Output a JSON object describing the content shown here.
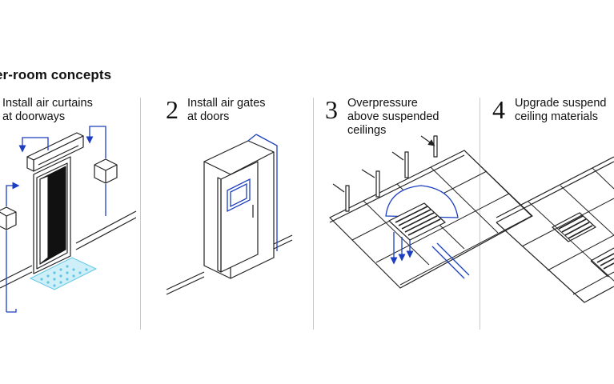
{
  "title": "er-room concepts",
  "concepts": [
    {
      "number": "",
      "label": "Install air curtains\nat doorways"
    },
    {
      "number": "2",
      "label": "Install air gates\nat doors"
    },
    {
      "number": "3",
      "label": "Overpressure\nabove suspended\nceilings"
    },
    {
      "number": "4",
      "label": "Upgrade suspend\nceiling materials"
    }
  ],
  "colors": {
    "line": "#222222",
    "airflow": "#1d3fbf",
    "mat": "#5fc7e6",
    "divider": "#c9c9c9"
  }
}
